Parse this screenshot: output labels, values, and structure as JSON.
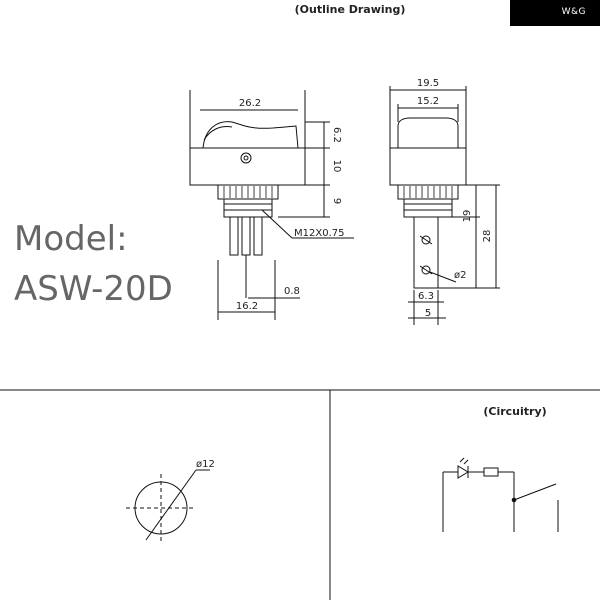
{
  "brand": {
    "logo_text": "W&G",
    "background": "#000000"
  },
  "drawing": {
    "outline_title": "(Outline Drawing)",
    "circuit_title": "(Circuitry)",
    "model_label": "Model:",
    "model_number": "ASW-20D"
  },
  "dimensions": {
    "front_width": "26.2",
    "front_rocker_height": "6.2",
    "front_body_height": "10",
    "front_collar_height": "9",
    "thread": "M12X0.75",
    "terminal_offset": "0.8",
    "terminal_span": "16.2",
    "side_width_outer": "19.5",
    "side_width_inner": "15.2",
    "side_depth_terminal": "19",
    "side_depth_total": "28",
    "hole_diameter": "ø2",
    "terminal_width": "6.3",
    "terminal_thickness": "5",
    "panel_cutout": "ø12"
  },
  "colors": {
    "line": "#111111",
    "model_text": "#666666"
  }
}
